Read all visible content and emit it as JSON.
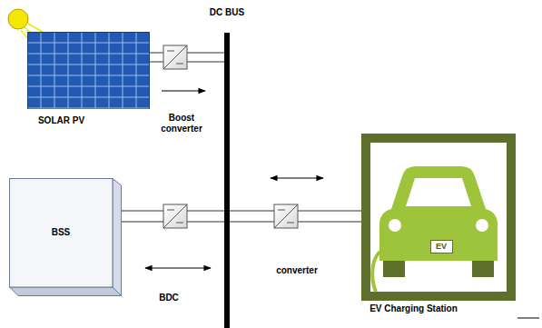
{
  "diagram": {
    "nodes": [
      {
        "text": [
          "SOLAR PV"
        ]
      },
      {
        "text": [
          "DC BUS"
        ]
      },
      {
        "text": [
          "BSS"
        ]
      },
      {
        "text": [
          "EV Charging Station"
        ]
      },
      {
        "text": [
          "EV"
        ],
        "in": 3
      }
    ],
    "edges": [
      {
        "from": 0,
        "to": 1,
        "arrow": "to",
        "label": "Boost converter"
      },
      {
        "from": 2,
        "to": 1,
        "arrow": "both",
        "label": "BDC"
      },
      {
        "from": 1,
        "to": 3,
        "arrow": "both",
        "label": "converter"
      }
    ]
  }
}
